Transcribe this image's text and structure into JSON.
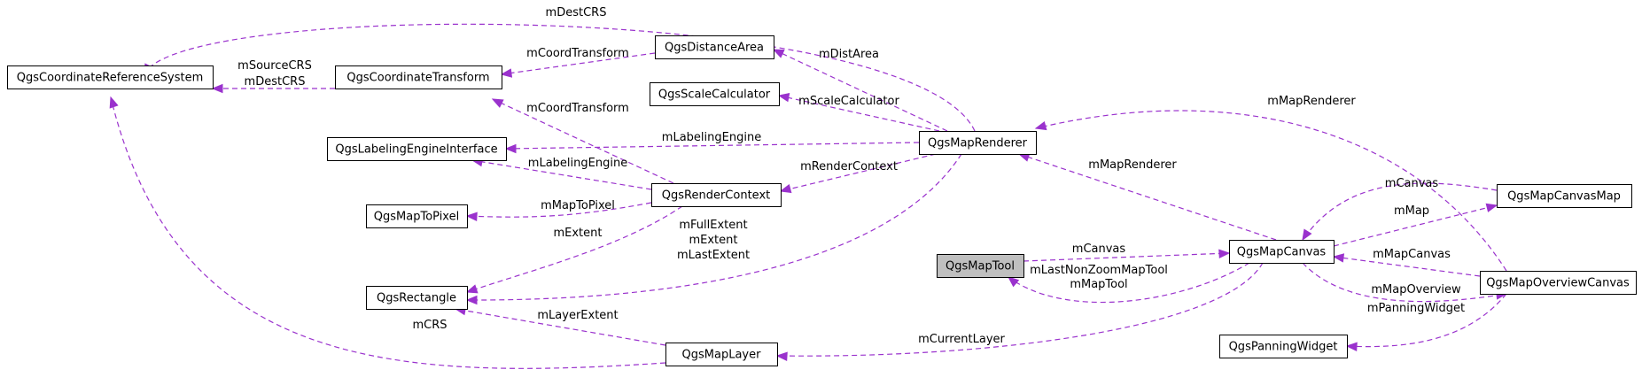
{
  "colors": {
    "edge": "#9a32cd",
    "focus_fill": "#bfbfbf",
    "node_stroke": "#000000"
  },
  "nodes": [
    {
      "id": "crs",
      "label": "QgsCoordinateReferenceSystem"
    },
    {
      "id": "ct",
      "label": "QgsCoordinateTransform"
    },
    {
      "id": "da",
      "label": "QgsDistanceArea"
    },
    {
      "id": "sc",
      "label": "QgsScaleCalculator"
    },
    {
      "id": "lei",
      "label": "QgsLabelingEngineInterface"
    },
    {
      "id": "mtp",
      "label": "QgsMapToPixel"
    },
    {
      "id": "rect",
      "label": "QgsRectangle"
    },
    {
      "id": "rc",
      "label": "QgsRenderContext"
    },
    {
      "id": "mr",
      "label": "QgsMapRenderer"
    },
    {
      "id": "mt",
      "label": "QgsMapTool",
      "focus": true
    },
    {
      "id": "mc",
      "label": "QgsMapCanvas"
    },
    {
      "id": "ml",
      "label": "QgsMapLayer"
    },
    {
      "id": "mcm",
      "label": "QgsMapCanvasMap"
    },
    {
      "id": "moc",
      "label": "QgsMapOverviewCanvas"
    },
    {
      "id": "pw",
      "label": "QgsPanningWidget"
    }
  ],
  "edges": [
    {
      "from": "mr",
      "to": "crs",
      "labels": [
        "mDestCRS"
      ]
    },
    {
      "from": "ct",
      "to": "crs",
      "labels": [
        "mSourceCRS",
        "mDestCRS"
      ]
    },
    {
      "from": "ml",
      "to": "crs",
      "labels": [
        "mCRS"
      ]
    },
    {
      "from": "da",
      "to": "ct",
      "labels": [
        "mCoordTransform"
      ]
    },
    {
      "from": "rc",
      "to": "ct",
      "labels": [
        "mCoordTransform"
      ]
    },
    {
      "from": "mr",
      "to": "da",
      "labels": [
        "mDistArea"
      ]
    },
    {
      "from": "mr",
      "to": "sc",
      "labels": [
        "mScaleCalculator"
      ]
    },
    {
      "from": "mr",
      "to": "lei",
      "labels": [
        "mLabelingEngine"
      ]
    },
    {
      "from": "rc",
      "to": "lei",
      "labels": [
        "mLabelingEngine"
      ]
    },
    {
      "from": "mr",
      "to": "rc",
      "labels": [
        "mRenderContext"
      ]
    },
    {
      "from": "rc",
      "to": "mtp",
      "labels": [
        "mMapToPixel"
      ]
    },
    {
      "from": "rc",
      "to": "rect",
      "labels": [
        "mExtent"
      ]
    },
    {
      "from": "mr",
      "to": "rect",
      "labels": [
        "mFullExtent",
        "mExtent",
        "mLastExtent"
      ]
    },
    {
      "from": "ml",
      "to": "rect",
      "labels": [
        "mLayerExtent"
      ]
    },
    {
      "from": "moc",
      "to": "mr",
      "labels": [
        "mMapRenderer"
      ]
    },
    {
      "from": "mc",
      "to": "mr",
      "labels": [
        "mMapRenderer"
      ]
    },
    {
      "from": "mt",
      "to": "mc",
      "labels": [
        "mCanvas"
      ]
    },
    {
      "from": "mc",
      "to": "mt",
      "labels": [
        "mLastNonZoomMapTool",
        "mMapTool"
      ]
    },
    {
      "from": "mc",
      "to": "ml",
      "labels": [
        "mCurrentLayer"
      ]
    },
    {
      "from": "mcm",
      "to": "mc",
      "labels": [
        "mCanvas"
      ]
    },
    {
      "from": "mc",
      "to": "mcm",
      "labels": [
        "mMap"
      ]
    },
    {
      "from": "moc",
      "to": "mc",
      "labels": [
        "mMapCanvas"
      ]
    },
    {
      "from": "mc",
      "to": "moc",
      "labels": [
        "mMapOverview"
      ]
    },
    {
      "from": "moc",
      "to": "pw",
      "labels": [
        "mPanningWidget"
      ]
    }
  ]
}
